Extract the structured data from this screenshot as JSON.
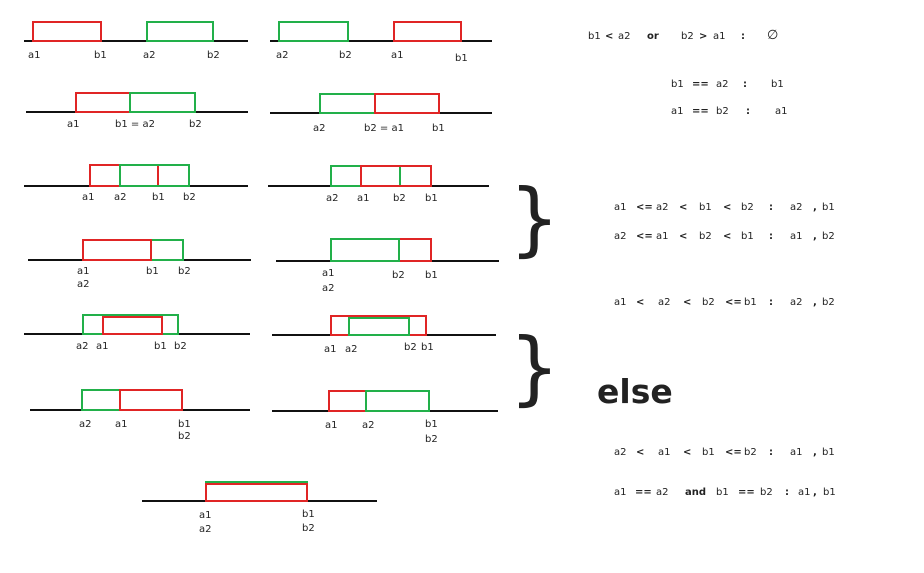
{
  "colors": {
    "red": "#e02525",
    "green": "#22b04a",
    "axis": "#111111"
  },
  "diagrams": [
    {
      "id": "r1-left",
      "labels": [
        "a1",
        "b1",
        "a2",
        "b2"
      ]
    },
    {
      "id": "r1-right",
      "labels": [
        "a2",
        "b2",
        "a1",
        "b1"
      ]
    },
    {
      "id": "r2-left",
      "labels": [
        "a1",
        "b1 = a2",
        "b2"
      ]
    },
    {
      "id": "r2-right",
      "labels": [
        "a2",
        "b2 = a1",
        "b1"
      ]
    },
    {
      "id": "r3-left",
      "labels": [
        "a1",
        "a2",
        "b1",
        "b2"
      ]
    },
    {
      "id": "r3-right",
      "labels": [
        "a2",
        "a1",
        "b2",
        "b1"
      ]
    },
    {
      "id": "r4-left",
      "labels": [
        "a1",
        "a2",
        "b1",
        "b2"
      ]
    },
    {
      "id": "r4-right",
      "labels": [
        "a1",
        "a2",
        "b2",
        "b1"
      ]
    },
    {
      "id": "r5-left",
      "labels": [
        "a2",
        "a1",
        "b1",
        "b2"
      ]
    },
    {
      "id": "r5-right",
      "labels": [
        "a1",
        "a2",
        "b2",
        "b1"
      ]
    },
    {
      "id": "r6-left",
      "labels": [
        "a2",
        "a1",
        "b1",
        "b2"
      ]
    },
    {
      "id": "r6-right",
      "labels": [
        "a1",
        "a2",
        "b1",
        "b2"
      ]
    },
    {
      "id": "r7-center",
      "labels": [
        "a1",
        "a2",
        "b1",
        "b2"
      ]
    }
  ],
  "conditions": [
    {
      "id": "disjoint",
      "parts": [
        "b1",
        "<",
        "a2",
        "or",
        "b2",
        ">",
        "a1",
        ":",
        "∅"
      ]
    },
    {
      "id": "touch-right",
      "parts": [
        "b1",
        "==",
        "a2",
        ":",
        "b1"
      ]
    },
    {
      "id": "touch-left",
      "parts": [
        "a1",
        "==",
        "b2",
        ":",
        "a1"
      ]
    },
    {
      "id": "overlap-1",
      "parts": [
        "a1",
        "<=",
        "a2",
        "<",
        "b1",
        "<",
        "b2",
        ":",
        "a2",
        ",",
        "b1"
      ]
    },
    {
      "id": "overlap-2",
      "parts": [
        "a2",
        "<=",
        "a1",
        "<",
        "b2",
        "<",
        "b1",
        ":",
        "a1",
        ",",
        "b2"
      ]
    },
    {
      "id": "contain-1",
      "parts": [
        "a1",
        "<",
        "a2",
        "<",
        "b2",
        "<=",
        "b1",
        ":",
        "a2",
        ",",
        "b2"
      ]
    },
    {
      "id": "contain-2",
      "parts": [
        "a2",
        "<",
        "a1",
        "<",
        "b1",
        "<=",
        "b2",
        ":",
        "a1",
        ",",
        "b1"
      ]
    },
    {
      "id": "equal",
      "parts": [
        "a1",
        "==",
        "a2",
        "and",
        "b1",
        "==",
        "b2",
        ":",
        "a1",
        ",",
        "b1"
      ]
    }
  ],
  "else_label": "else",
  "brace_glyph": "}"
}
